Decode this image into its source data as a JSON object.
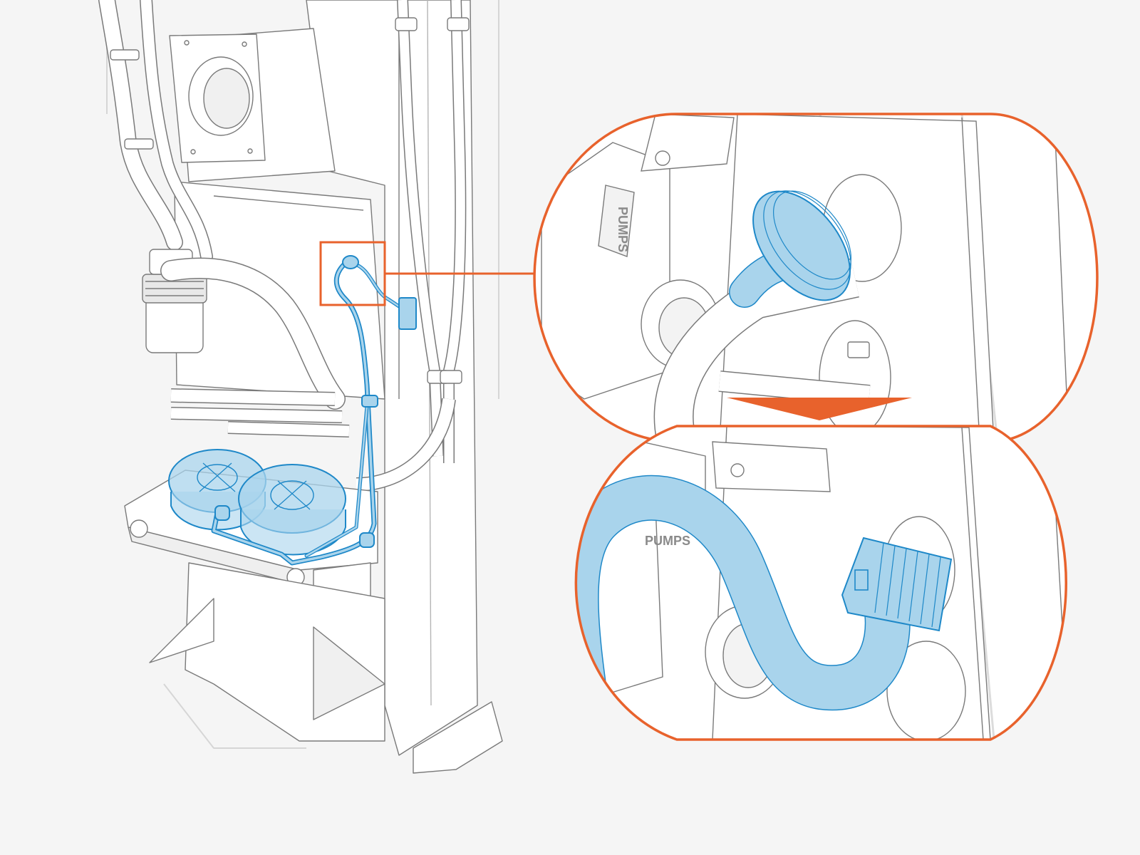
{
  "figure": {
    "type": "technical-illustration",
    "brand_text_upper": "PUMPS",
    "brand_text_lower": "PUMPS"
  },
  "colors": {
    "background": "#f5f5f5",
    "line": "#7a7a7a",
    "panel_fill": "#ffffff",
    "callout": "#e8622c",
    "highlight_stroke": "#1e88c8",
    "highlight_fill": "#a9d4ec"
  },
  "icons": {
    "step_arrow": "orange-down-arrow-icon"
  }
}
